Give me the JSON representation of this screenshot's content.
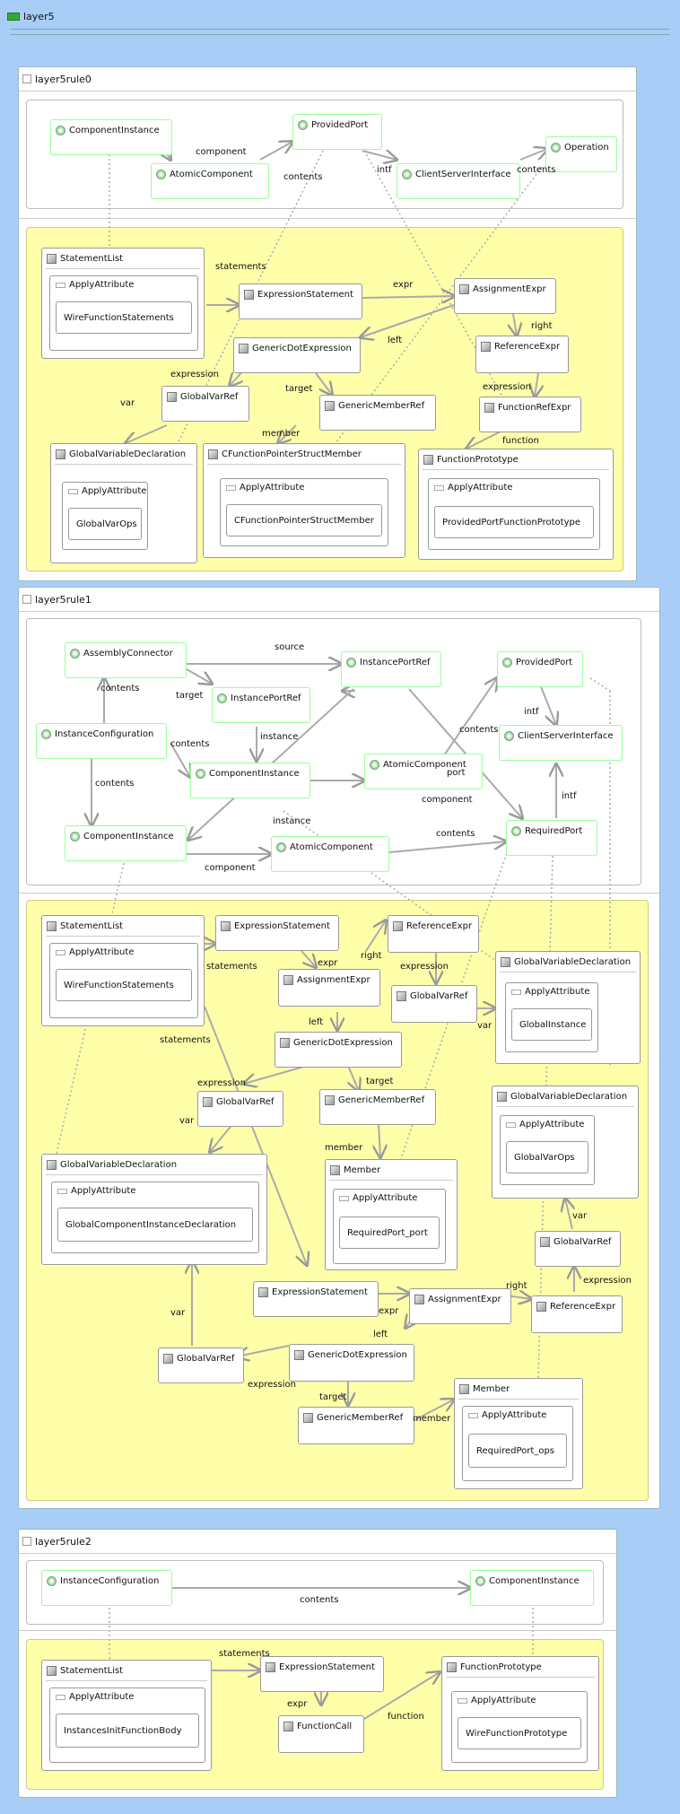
{
  "window": {
    "title": "layer5"
  },
  "rules": [
    {
      "title": "layer5rule0"
    },
    {
      "title": "layer5rule1"
    },
    {
      "title": "layer5rule2"
    }
  ],
  "r0": {
    "componentInstance": "ComponentInstance",
    "atomicComponent": "AtomicComponent",
    "providedPort": "ProvidedPort",
    "clientServerInterface": "ClientServerInterface",
    "operation": "Operation",
    "l_component": "component",
    "l_contents1": "contents",
    "l_intf": "intf",
    "l_contents2": "contents",
    "statementList": "StatementList",
    "applyAttr1": "ApplyAttribute",
    "wfs": "WireFunctionStatements",
    "exprStatement": "ExpressionStatement",
    "assignExpr": "AssignmentExpr",
    "genericDot": "GenericDotExpression",
    "referenceExpr": "ReferenceExpr",
    "globalVarRef": "GlobalVarRef",
    "genericMemberRef": "GenericMemberRef",
    "functionRefExpr": "FunctionRefExpr",
    "globalVarDecl": "GlobalVariableDeclaration",
    "applyAttr2": "ApplyAttribute",
    "globalVarOps": "GlobalVarOps",
    "cfpsm": "CFunctionPointerStructMember",
    "applyAttr3": "ApplyAttribute",
    "cfpsm2": "CFunctionPointerStructMember",
    "functionPrototype": "FunctionPrototype",
    "applyAttr4": "ApplyAttribute",
    "ppfp": "ProvidedPortFunctionPrototype",
    "l_statements": "statements",
    "l_expr": "expr",
    "l_right": "right",
    "l_left": "left",
    "l_expression1": "expression",
    "l_expression2": "expression",
    "l_var": "var",
    "l_target": "target",
    "l_member": "member",
    "l_function": "function"
  },
  "r1": {
    "assemblyConnector": "AssemblyConnector",
    "instancePortRef1": "InstancePortRef",
    "instancePortRef2": "InstancePortRef",
    "providedPort": "ProvidedPort",
    "instanceConfiguration": "InstanceConfiguration",
    "componentInstance1": "ComponentInstance",
    "atomicComponent1": "AtomicComponent",
    "clientServerInterface": "ClientServerInterface",
    "componentInstance2": "ComponentInstance",
    "atomicComponent2": "AtomicComponent",
    "requiredPort": "RequiredPort",
    "l_source": "source",
    "l_contents1": "contents",
    "l_target": "target",
    "l_contents2": "contents",
    "l_instance1": "instance",
    "l_intf1": "intf",
    "l_contents3": "contents",
    "l_port": "port",
    "l_contents4": "contents",
    "l_component1": "component",
    "l_instance2": "instance",
    "l_intf2": "intf",
    "l_contents5": "contents",
    "l_component2": "component",
    "statementList": "StatementList",
    "applyAttr1": "ApplyAttribute",
    "wfs": "WireFunctionStatements",
    "exprStatement1": "ExpressionStatement",
    "referenceExpr1": "ReferenceExpr",
    "assignExpr1": "AssignmentExpr",
    "globalVarRef1": "GlobalVarRef",
    "gvd1": "GlobalVariableDeclaration",
    "applyAttr2": "ApplyAttribute",
    "globalInstance": "GlobalInstance",
    "genericDot1": "GenericDotExpression",
    "globalVarRef2": "GlobalVarRef",
    "genericMemberRef1": "GenericMemberRef",
    "gvd2": "GlobalVariableDeclaration",
    "applyAttr3": "ApplyAttribute",
    "globalVarOps": "GlobalVarOps",
    "gvd3": "GlobalVariableDeclaration",
    "applyAttr4": "ApplyAttribute",
    "gcid": "GlobalComponentInstanceDeclaration",
    "member1": "Member",
    "applyAttr5": "ApplyAttribute",
    "rpp": "RequiredPort_port",
    "globalVarRef3": "GlobalVarRef",
    "exprStatement2": "ExpressionStatement",
    "assignExpr2": "AssignmentExpr",
    "referenceExpr2": "ReferenceExpr",
    "globalVarRef4": "GlobalVarRef",
    "genericDot2": "GenericDotExpression",
    "genericMemberRef2": "GenericMemberRef",
    "member2": "Member",
    "applyAttr6": "ApplyAttribute",
    "rpo": "RequiredPort_ops",
    "l_statements1": "statements",
    "l_expr1": "expr",
    "l_right1": "right",
    "l_expression1": "expression",
    "l_statements2": "statements",
    "l_left1": "left",
    "l_var1": "var",
    "l_expression2": "expression",
    "l_target1": "target",
    "l_var2": "var",
    "l_member1": "member",
    "l_var3": "var",
    "l_expression3": "expression",
    "l_var4": "var",
    "l_right2": "right",
    "l_expr2": "expr",
    "l_left2": "left",
    "l_expression4": "expression",
    "l_target2": "target",
    "l_member2": "member"
  },
  "r2": {
    "instanceConfiguration": "InstanceConfiguration",
    "componentInstance": "ComponentInstance",
    "l_contents": "contents",
    "statementList": "StatementList",
    "applyAttr1": "ApplyAttribute",
    "iifb": "InstancesInitFunctionBody",
    "exprStatement": "ExpressionStatement",
    "functionCall": "FunctionCall",
    "functionPrototype": "FunctionPrototype",
    "applyAttr2": "ApplyAttribute",
    "wfp": "WireFunctionPrototype",
    "l_statements": "statements",
    "l_expr": "expr",
    "l_function": "function"
  }
}
